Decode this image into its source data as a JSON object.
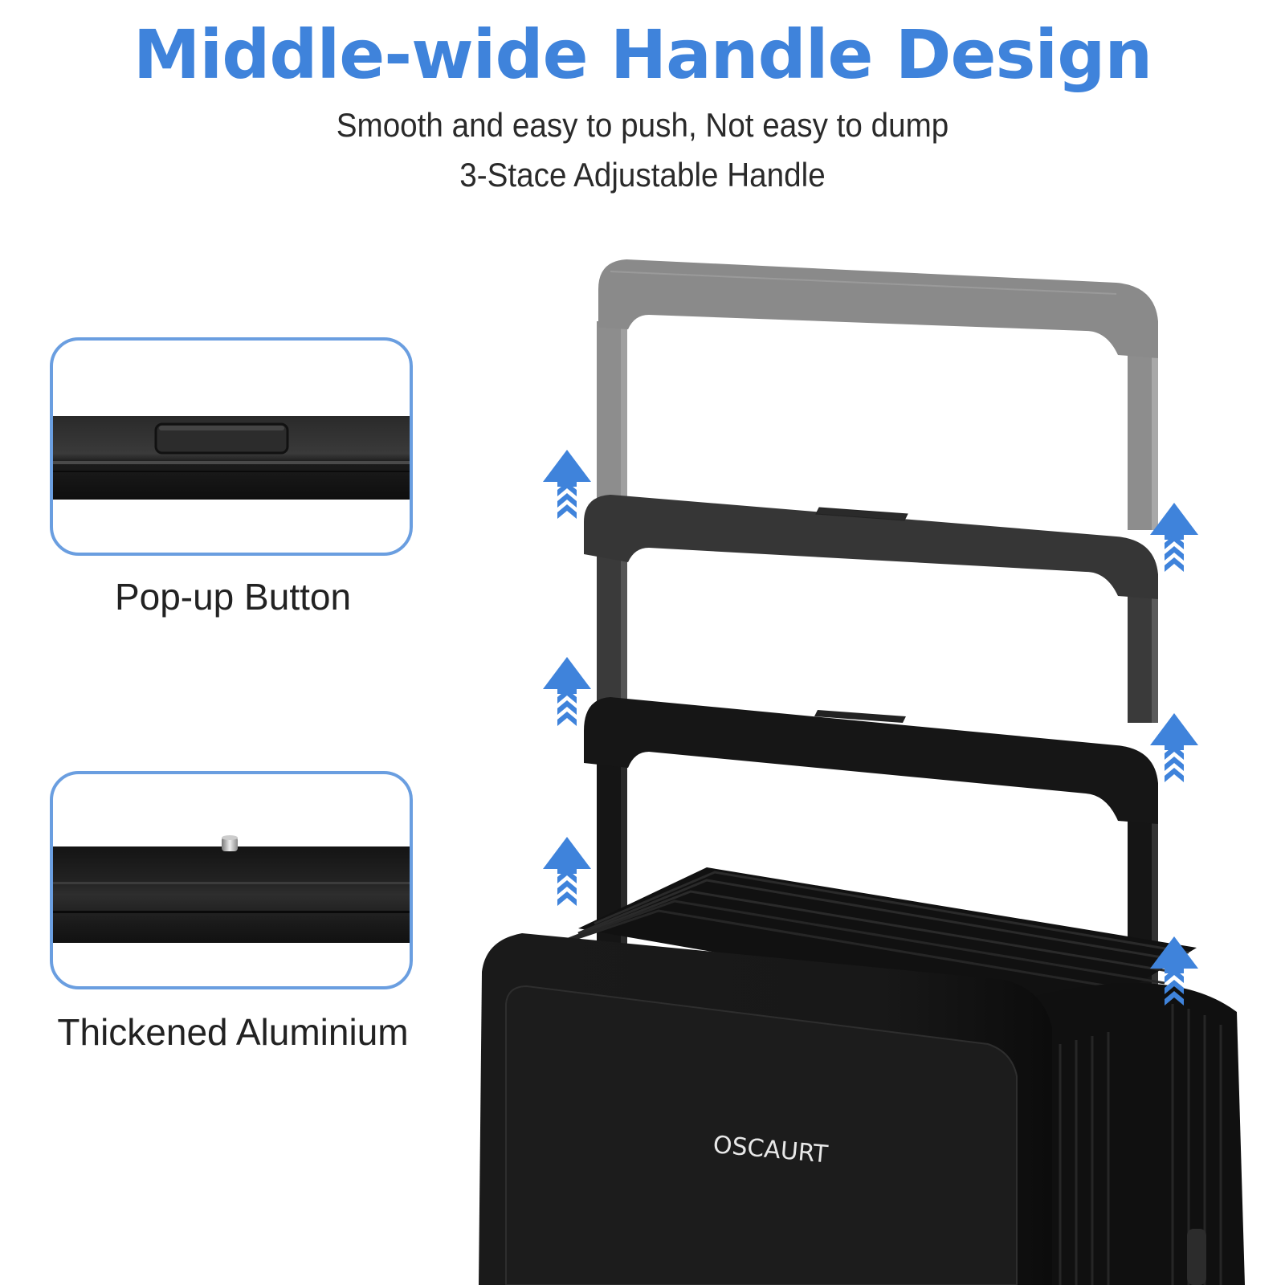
{
  "header": {
    "title": "Middle-wide Handle Design",
    "subtitle_line1": "Smooth and easy to push, Not easy to dump",
    "subtitle_line2": "3-Stace Adjustable Handle"
  },
  "details": [
    {
      "caption": "Pop-up Button",
      "image": "handle-closeup-with-button"
    },
    {
      "caption": "Thickened Aluminium",
      "image": "aluminium-tube-closeup-with-pin"
    }
  ],
  "product": {
    "brand": "OSCAURT",
    "handle_stages": 3,
    "arrow_icon": "up-arrow-with-chevrons-icon"
  },
  "colors": {
    "accent": "#3f83db",
    "card_border": "#6a9ee0",
    "text": "#2a2a2a",
    "body": "#161616",
    "handle_top": "#8a8a8a",
    "handle_mid": "#3a3a3a",
    "handle_low": "#151515"
  }
}
